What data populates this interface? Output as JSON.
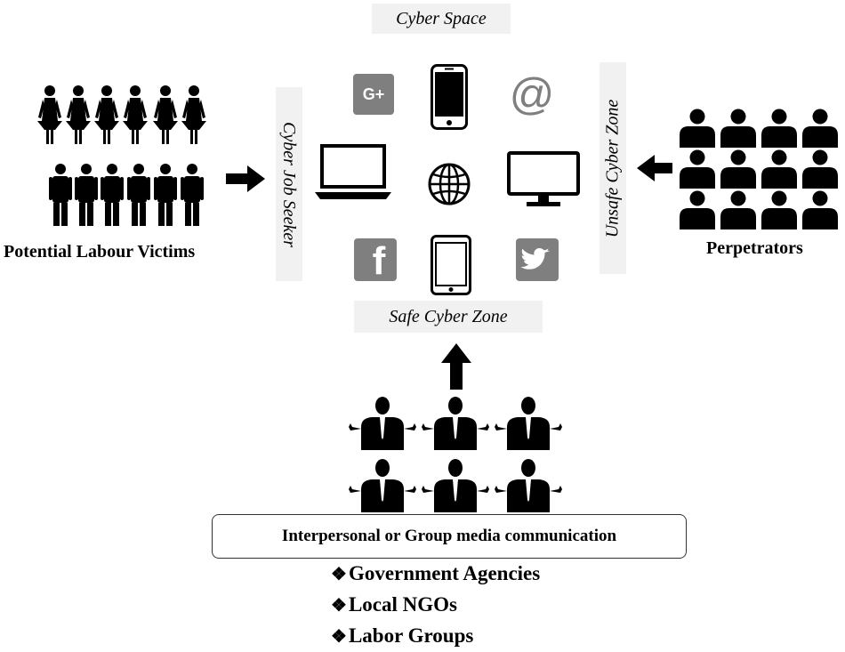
{
  "labels": {
    "cyber_space": "Cyber Space",
    "cyber_job_seeker": "Cyber Job Seeker",
    "unsafe_cyber_zone": "Unsafe Cyber Zone",
    "safe_cyber_zone": "Safe Cyber Zone",
    "potential_victims": "Potential Labour Victims",
    "perpetrators": "Perpetrators",
    "communication": "Interpersonal or Group media communication"
  },
  "organizations": [
    {
      "marker": "❖",
      "name": "Government Agencies"
    },
    {
      "marker": "❖",
      "name": "Local NGOs"
    },
    {
      "marker": "❖",
      "name": "Labor Groups"
    }
  ],
  "icons": {
    "google_plus_text": "G+",
    "email_symbol": "@",
    "facebook_letter": "f"
  },
  "colors": {
    "icon_gray": "#7f7f7f",
    "label_background": "#f1f1f1",
    "silhouette": "#000000"
  }
}
